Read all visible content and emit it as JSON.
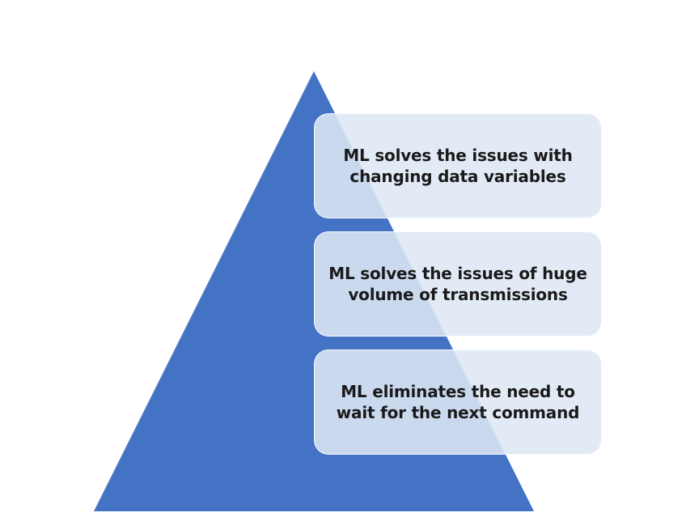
{
  "colors": {
    "pyramid": "#4472c4",
    "box_fill": "#dee7f5",
    "text": "#1a1a1a",
    "background": "#ffffff"
  },
  "levels": [
    {
      "text": "ML solves the issues with changing data variables"
    },
    {
      "text": "ML solves the issues of huge volume of transmissions"
    },
    {
      "text": "ML eliminates the need to wait for the next command"
    }
  ]
}
